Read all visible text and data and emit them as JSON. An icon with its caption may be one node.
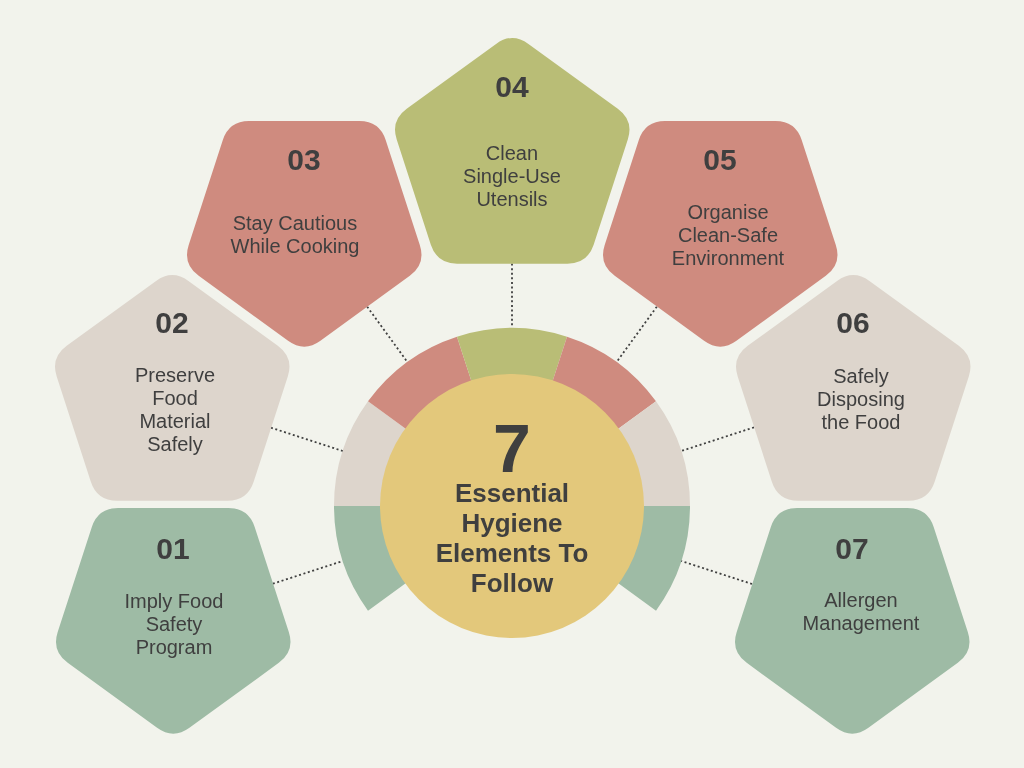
{
  "diagram": {
    "nodes": [
      {
        "text": [
          "7",
          "Essential Hygiene Elements To Follow"
        ]
      },
      {
        "text": [
          "01",
          "Imply Food Safety Program"
        ]
      },
      {
        "text": [
          "02",
          "Preserve Food Material Safely"
        ]
      },
      {
        "text": [
          "03",
          "Stay Cautious While Cooking"
        ]
      },
      {
        "text": [
          "04",
          "Clean Single-Use Utensils"
        ]
      },
      {
        "text": [
          "05",
          "Organise Clean-Safe Environment"
        ]
      },
      {
        "text": [
          "06",
          "Safely Disposing the Food"
        ]
      },
      {
        "text": [
          "07",
          "Allergen Management"
        ]
      },
      {
        "text": [],
        "shape": "arc"
      },
      {
        "text": [],
        "shape": "arc"
      },
      {
        "text": [],
        "shape": "arc"
      },
      {
        "text": [],
        "shape": "arc"
      },
      {
        "text": [],
        "shape": "arc"
      },
      {
        "text": [],
        "shape": "arc"
      },
      {
        "text": [],
        "shape": "arc"
      }
    ],
    "edges": [
      {
        "from": 1,
        "to": 8,
        "arrow": "none",
        "style": "dashed"
      },
      {
        "from": 2,
        "to": 9,
        "arrow": "none",
        "style": "dashed"
      },
      {
        "from": 3,
        "to": 10,
        "arrow": "none",
        "style": "dashed"
      },
      {
        "from": 4,
        "to": 11,
        "arrow": "none",
        "style": "dashed"
      },
      {
        "from": 5,
        "to": 12,
        "arrow": "none",
        "style": "dashed"
      },
      {
        "from": 6,
        "to": 13,
        "arrow": "none",
        "style": "dashed"
      },
      {
        "from": 7,
        "to": 14,
        "arrow": "none",
        "style": "dashed"
      }
    ]
  }
}
